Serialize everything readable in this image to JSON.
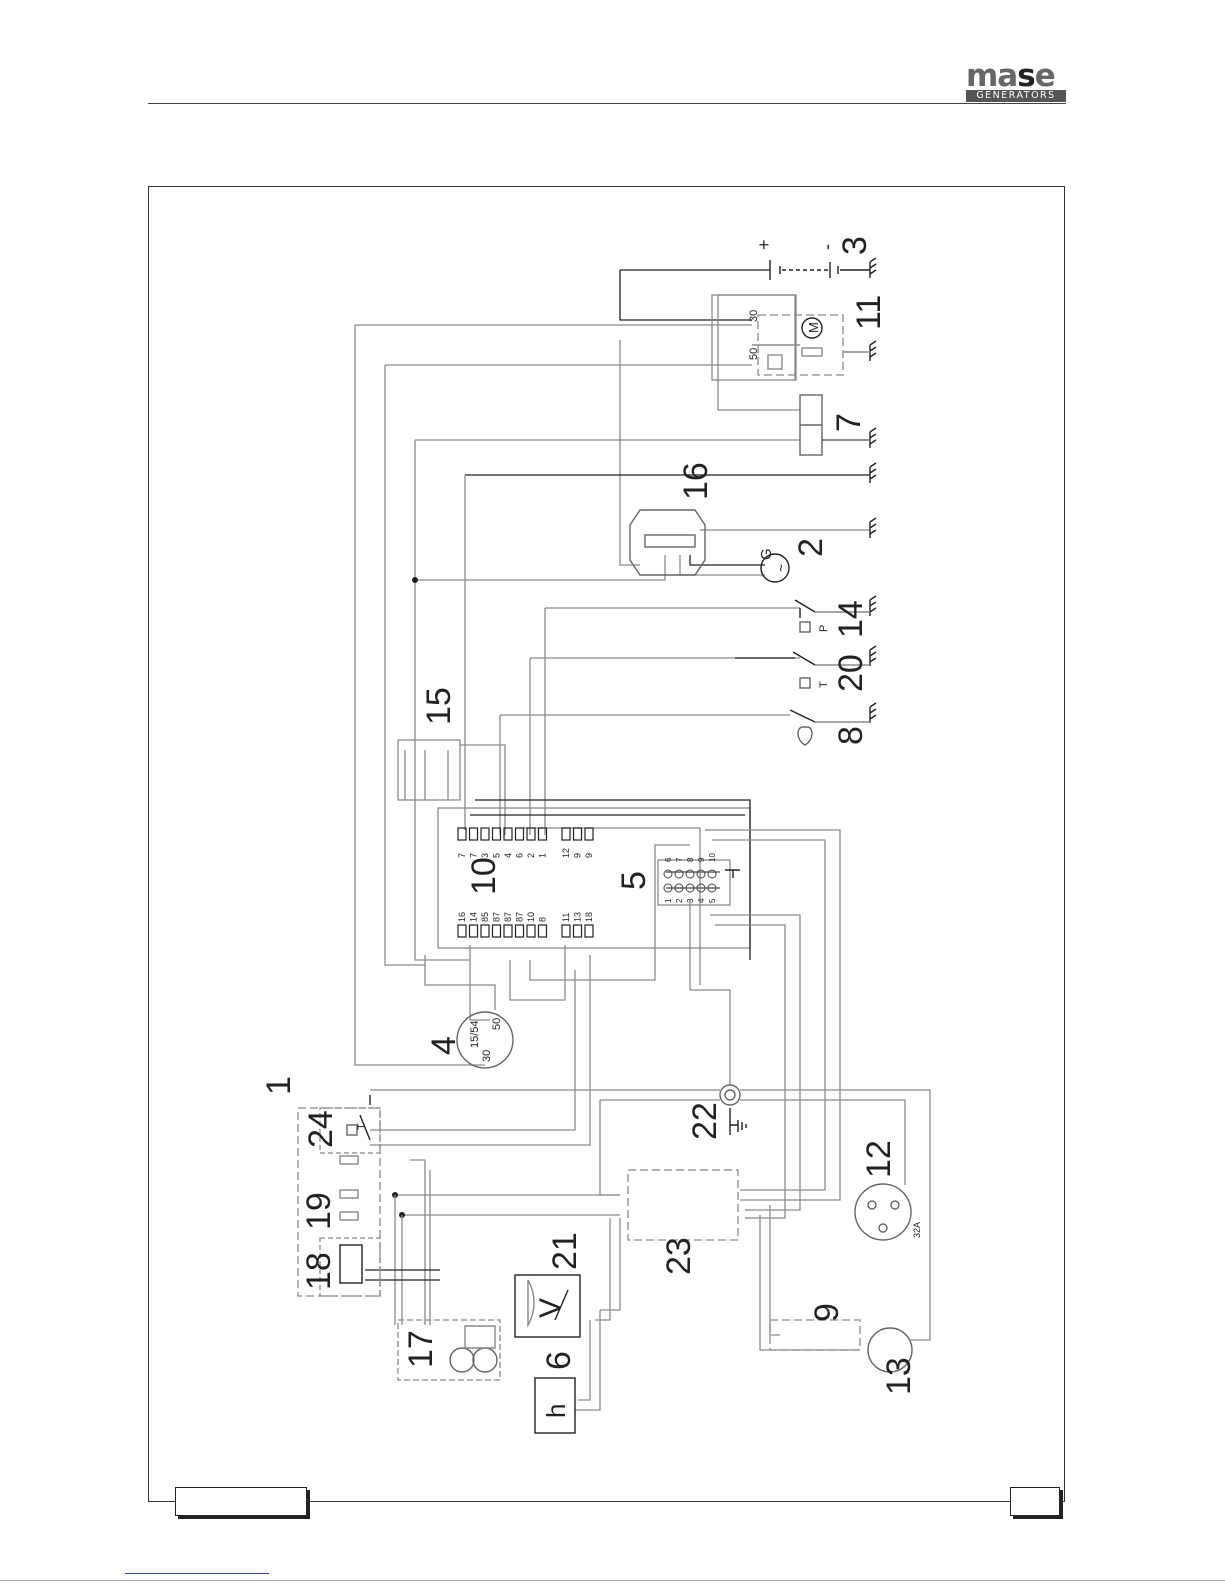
{
  "logo": {
    "word_a": "ma",
    "word_s": "s",
    "word_e": "e",
    "sub": "GENERATORS"
  },
  "labels": {
    "c1": "1",
    "c2": "2",
    "c3": "3",
    "c4": "4",
    "c5": "5",
    "c6": "6",
    "c7": "7",
    "c8": "8",
    "c9": "9",
    "c10": "10",
    "c11": "11",
    "c12": "12",
    "c13": "13",
    "c14": "14",
    "c15": "15",
    "c16": "16",
    "c17": "17",
    "c18": "18",
    "c19": "19",
    "c20": "20",
    "c21": "21",
    "c22": "22",
    "c23": "23",
    "c24": "24"
  },
  "symbols": {
    "plus": "+",
    "minus": "-",
    "pin30": "30",
    "pin50": "50",
    "motor": "M",
    "gen": "G",
    "tilde": "~",
    "voltmeter": "V",
    "hourmeter": "h",
    "pressure": "P",
    "temp": "T",
    "key_1554": "15/54",
    "key_30": "30",
    "key_50": "50",
    "socket_rating": "32A"
  },
  "terminals_10_left": [
    "7",
    "7",
    "3",
    "5",
    "4",
    "6",
    "2",
    "1"
  ],
  "terminals_10_left_b": [
    "12",
    "9",
    "9"
  ],
  "terminals_10_right": [
    "16",
    "14",
    "85",
    "87",
    "87",
    "87",
    "10",
    "8"
  ],
  "terminals_10_right_b": [
    "11",
    "13",
    "18"
  ],
  "terminals_5": [
    "1",
    "2",
    "3",
    "4",
    "5",
    "6",
    "7",
    "8",
    "9",
    "10"
  ]
}
